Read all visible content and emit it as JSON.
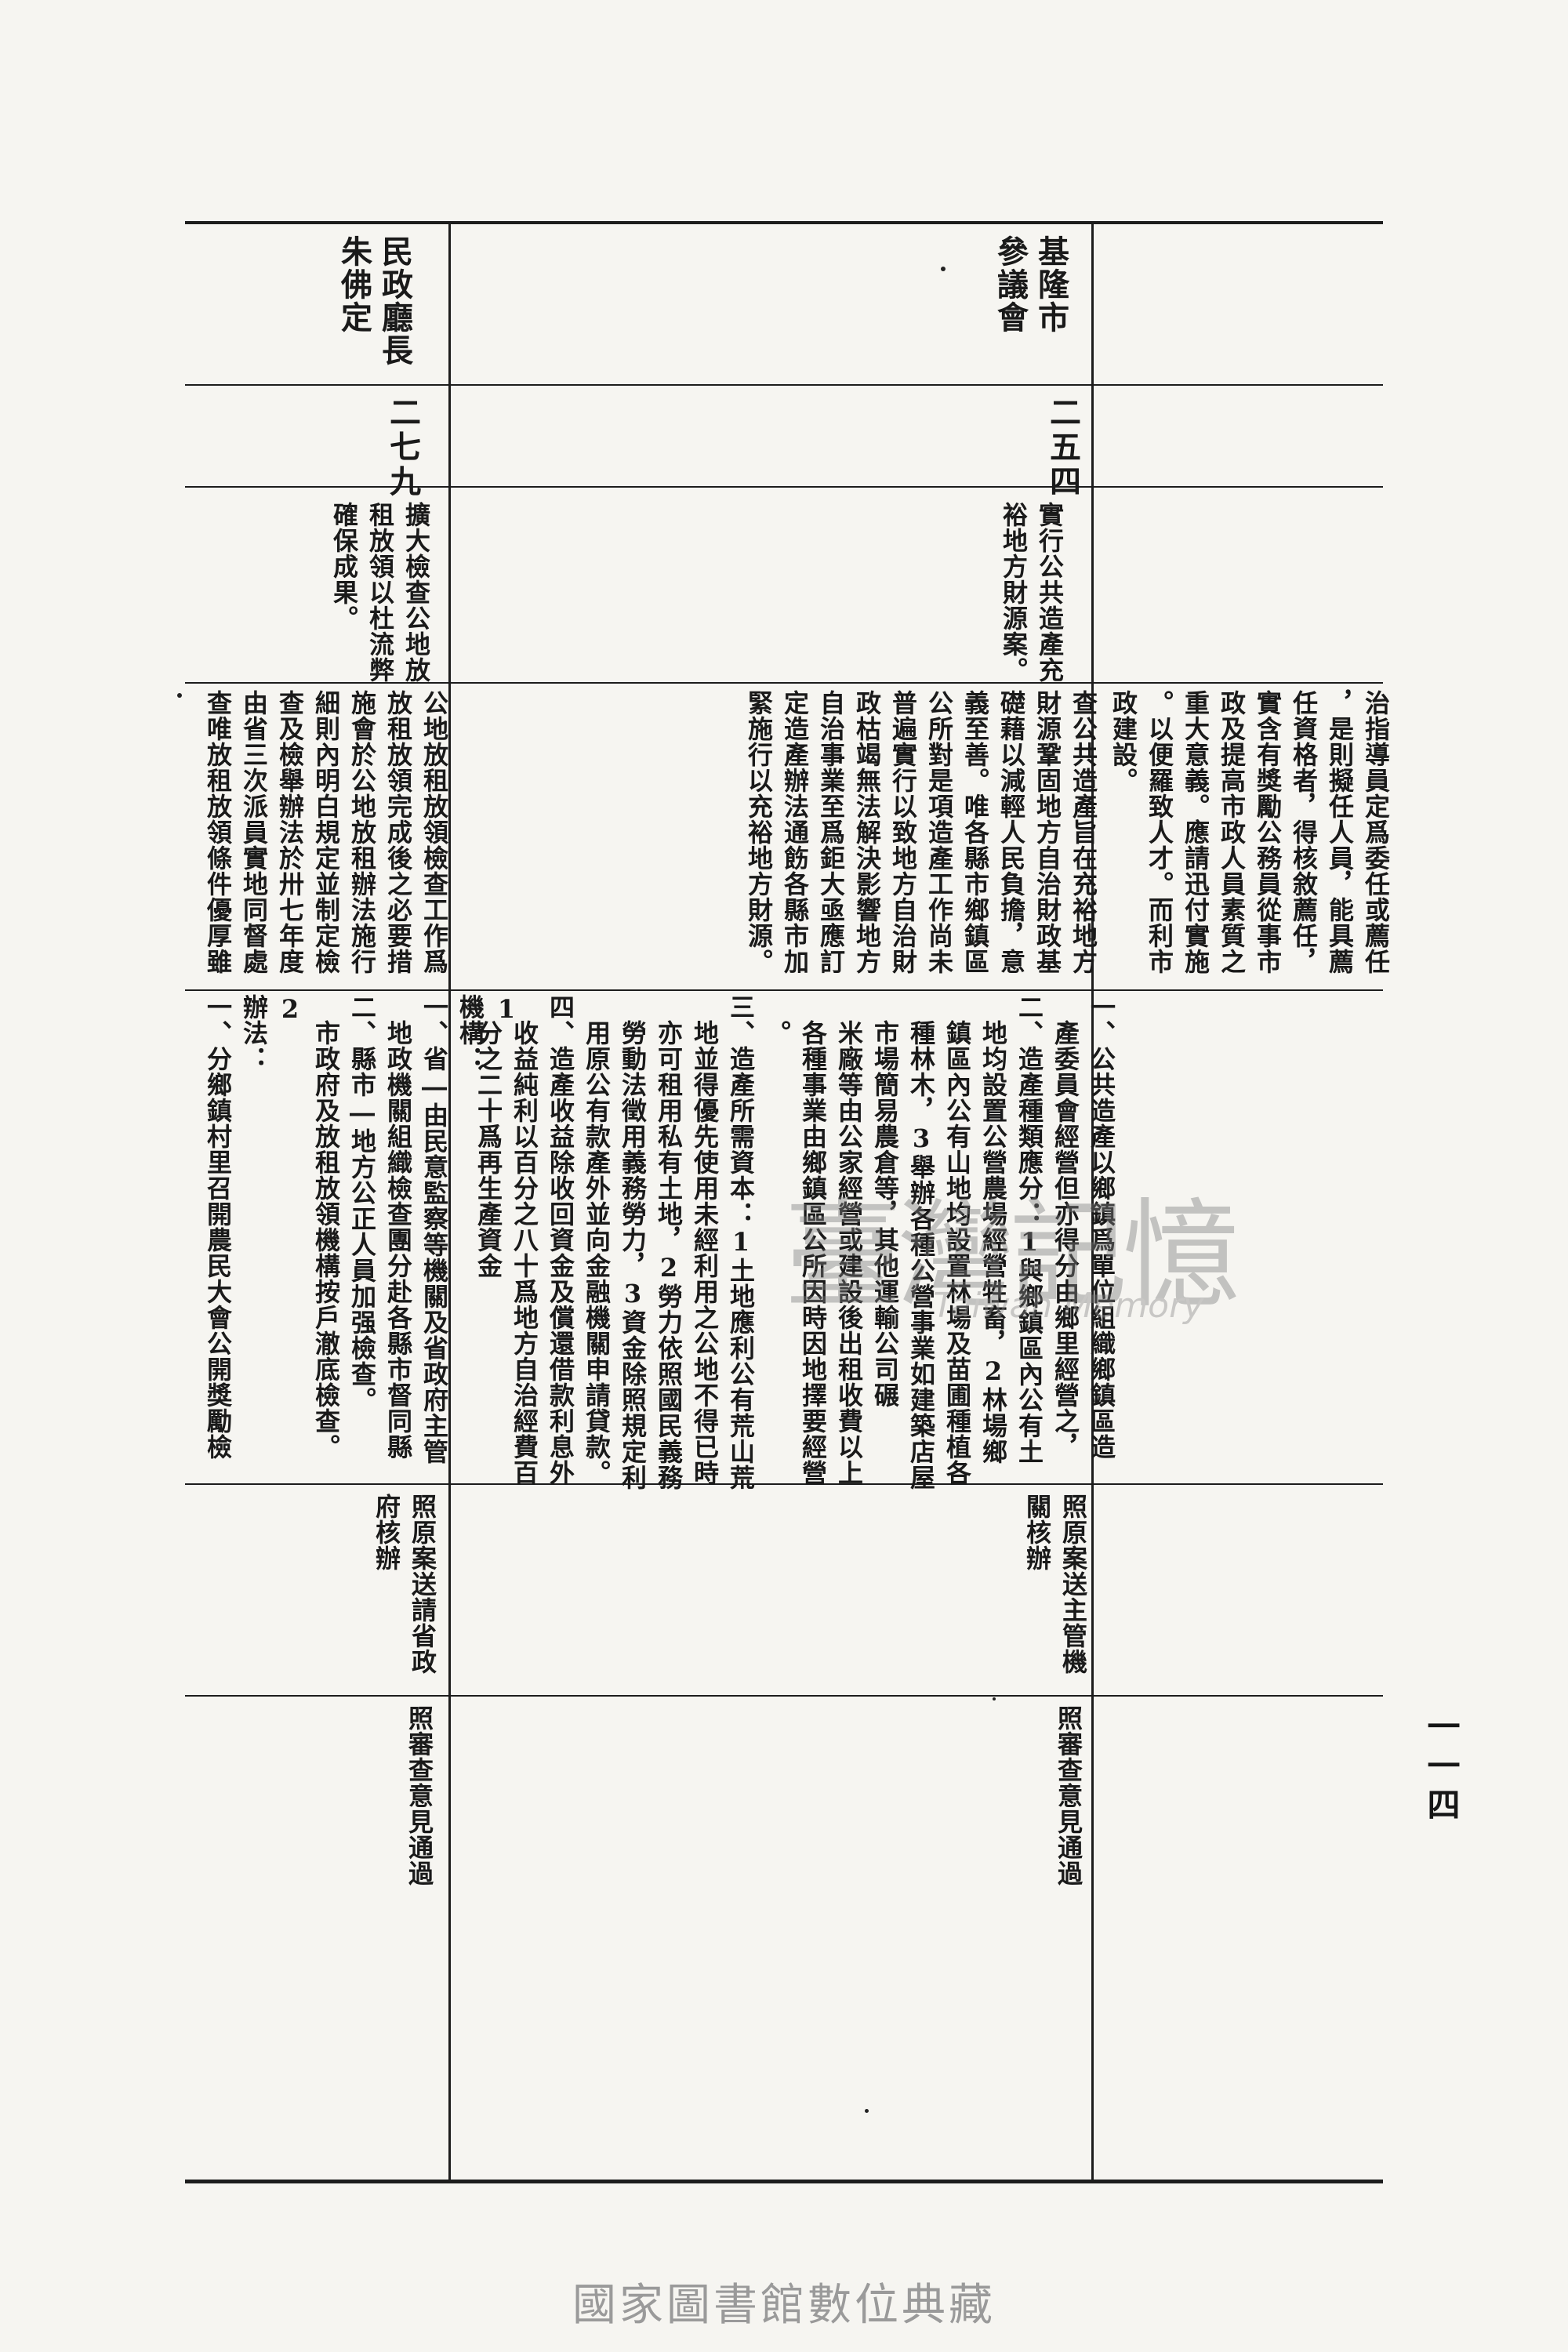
{
  "page_number": "一一四",
  "columns_left": {
    "proposer": "民政廳長\n朱佛定",
    "number": "二七九",
    "subject": "擴大檢查公地放\n租放領以杜流弊\n確保成果。",
    "reason": "公地放租放領檢查工作爲\n放租放領完成後之必要措\n施會於公地放租辦法施行\n細則內明白規定並制定檢\n查及檢舉辦法於卅七年度\n由省三次派員實地同督處\n查唯放租放領條件優厚雖",
    "method": "1\n機構：\n一、省―由民意監察等機關及省政府主管\n　地政機關組織檢查團分赴各縣市督同縣\n二、縣市―地方公正人員加强檢查。\n　市政府及放租放領機構按戶澈底檢查。\n2\n辦法：\n一、分鄉鎮村里召開農民大會公開獎勵檢",
    "review": "照原案送請省政\n府核辦",
    "resolution": "照審查意見通過"
  },
  "columns_right": {
    "proposer": "基隆市\n參議會",
    "number": "二五四",
    "subject": "實行公共造產充\n裕地方財源案。",
    "reason": "治指導員定爲委任或薦任\n，是則擬任人員，能具薦\n任資格者，得核敘薦任，\n實含有獎勵公務員從事市\n政及提高市政人員素質之\n重大意義。應請迅付實施\n。以便羅致人才。而利市\n政建設。",
    "reason_b": "查公共造產旨在充裕地方\n財源鞏固地方自治財政基\n礎藉以減輕人民負擔，意\n義至善。唯各縣市鄉鎮區\n公所對是項造產工作尚未\n普遍實行以致地方自治財\n政枯竭無法解決影響地方\n自治事業至爲鉅大亟應訂\n定造產辦法通飭各縣市加\n緊施行以充裕地方財源。",
    "method": "一、公共造產以鄉鎮爲單位組織鄉鎮區造\n　產委員會經營但亦得分由鄉里經營之，\n二、造產種類應分：1與鄉鎮區內公有土\n　地均設置公營農場經營牲畜，2林場鄉\n　鎮區內公有山地均設置林場及苗圃種植各\n　種林木，3舉辦各種公營事業如建築店屋\n　市場簡易農倉等，其他運輸公司碾\n　米廠等由公家經營或建設後出租收費以上\n　各種事業由鄉鎮區公所因時因地擇要經營\n　。\n三、造產所需資本：1土地應利公有荒山荒\n　地並得優先使用未經利用之公地不得已時\n　亦可租用私有土地，2勞力依照國民義務\n　勞動法徵用義務勞力，3資金除照規定利\n　用原公有款產外並向金融機關申請貸款。\n四、造產收益除收回資金及償還借款利息外\n　收益純利以百分之八十爲地方自治經費百\n　分之二十爲再生產資金",
    "review": "照原案送主管機\n關核辦",
    "resolution": "照審查意見通過"
  },
  "watermark": {
    "cjk": "臺灣記憶",
    "latin": "Taiwan Memory"
  },
  "footer": "國家圖書館數位典藏"
}
